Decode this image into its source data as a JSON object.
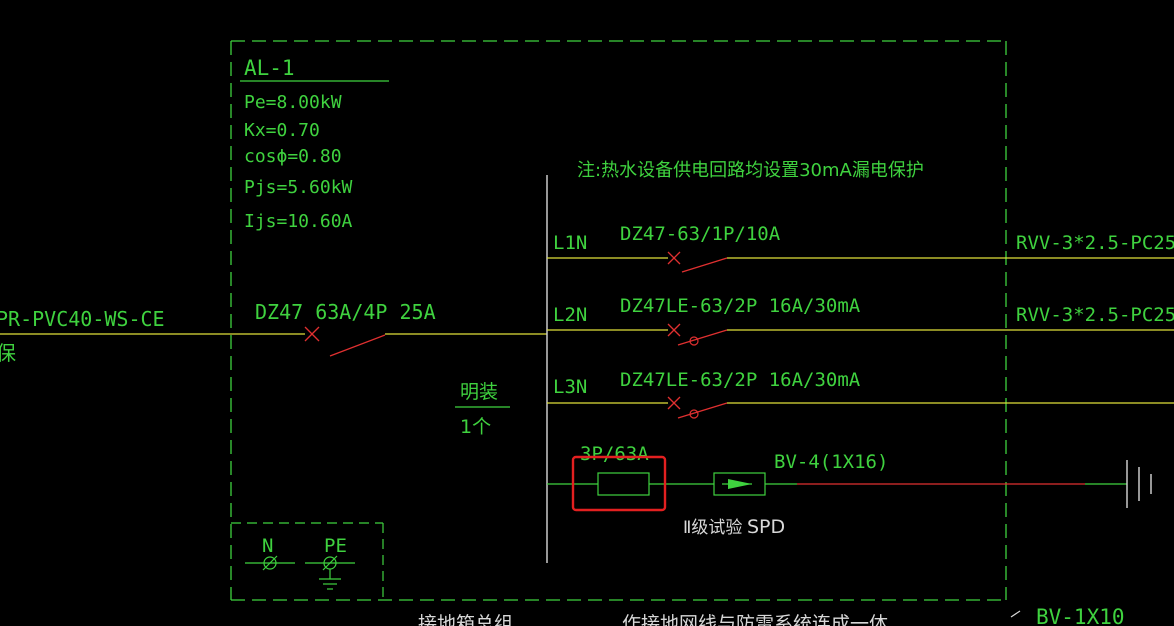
{
  "panel": {
    "name": "AL-1",
    "pe": "Pe=8.00kW",
    "kx": "Kx=0.70",
    "cos": "cosϕ=0.80",
    "pjs": "Pjs=5.60kW",
    "ijs": "Ijs=10.60A"
  },
  "note": "注:热水设备供电回路均设置30mA漏电保护",
  "incoming": {
    "cable": "PR-PVC40-WS-CE",
    "cable_line2": "保",
    "breaker": "DZ47 63A/4P 25A"
  },
  "install": {
    "mode": "明装",
    "qty": "1个"
  },
  "circuits": [
    {
      "phase": "L1N",
      "breaker": "DZ47-63/1P/10A",
      "cable": "RVV-3*2.5-PC25-"
    },
    {
      "phase": "L2N",
      "breaker": "DZ47LE-63/2P 16A/30mA",
      "cable": "RVV-3*2.5-PC25-"
    },
    {
      "phase": "L3N",
      "breaker": "DZ47LE-63/2P 16A/30mA",
      "cable": ""
    }
  ],
  "spd": {
    "switch_label": "3P/63A",
    "cable": "BV-4(1X16)",
    "test_class": "Ⅱ级试验",
    "label": "SPD"
  },
  "terminals": {
    "n": "N",
    "pe": "PE"
  },
  "bottom": {
    "cable": "BV-1X10",
    "partial_text_1": "接地箱总组",
    "partial_text_2": "作接地网线与防雷系统连成一体"
  },
  "colors": {
    "background": "#000000",
    "wire_yellow": "#e0e03a",
    "border_green": "#3fd23f",
    "breaker_red": "#e03030",
    "highlight": "#e32020"
  }
}
